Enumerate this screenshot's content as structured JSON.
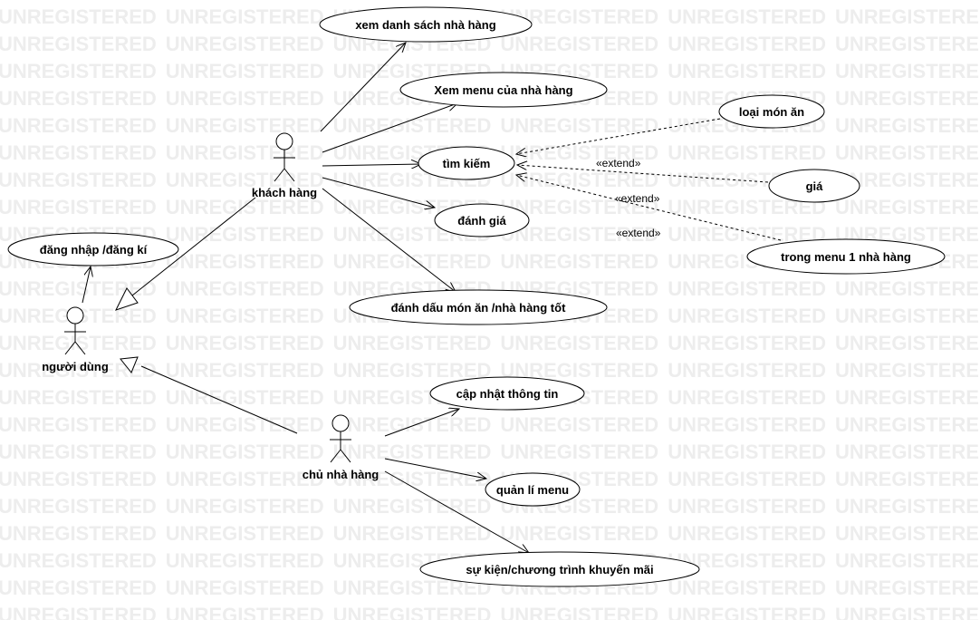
{
  "watermark": {
    "text": "UNREGISTERED",
    "color": "#ededed"
  },
  "actors": {
    "khach_hang": "khách hàng",
    "nguoi_dung": "người dùng",
    "chu_nha_hang": "chủ nhà hàng"
  },
  "use_cases": {
    "xem_danh_sach": "xem danh sách nhà hàng",
    "xem_menu": "Xem menu của nhà hàng",
    "tim_kiem": "tìm kiếm",
    "danh_gia": "đánh giá",
    "danh_dau": "đánh dấu món ăn /nhà hàng tốt",
    "dang_nhap": "đăng nhập /đăng kí",
    "loai_mon_an": "loại món ăn",
    "gia": "giá",
    "trong_menu": "trong menu 1 nhà hàng",
    "cap_nhat": "cập nhật thông tin",
    "quan_li_menu": "quản lí menu",
    "su_kien": "sự kiện/chương trình khuyến mãi"
  },
  "stereotypes": {
    "extend_1": "«extend»",
    "extend_2": "«extend»",
    "extend_3": "«extend»"
  },
  "colors": {
    "line": "#000000",
    "fill": "#ffffff"
  }
}
